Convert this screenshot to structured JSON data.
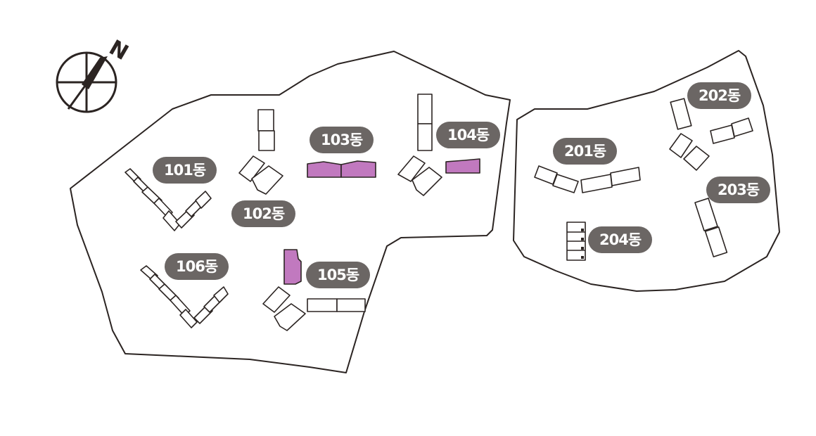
{
  "compass": {
    "north_label": "N",
    "icon": "compass-icon"
  },
  "colors": {
    "highlight": "#c179bf",
    "badge_bg": "#6b6664",
    "line": "#2b2422"
  },
  "buildings": {
    "b101": "101동",
    "b102": "102동",
    "b103": "103동",
    "b104": "104동",
    "b105": "105동",
    "b106": "106동",
    "b201": "201동",
    "b202": "202동",
    "b203": "203동",
    "b204": "204동"
  },
  "highlighted": [
    "103동",
    "104동",
    "105동"
  ]
}
